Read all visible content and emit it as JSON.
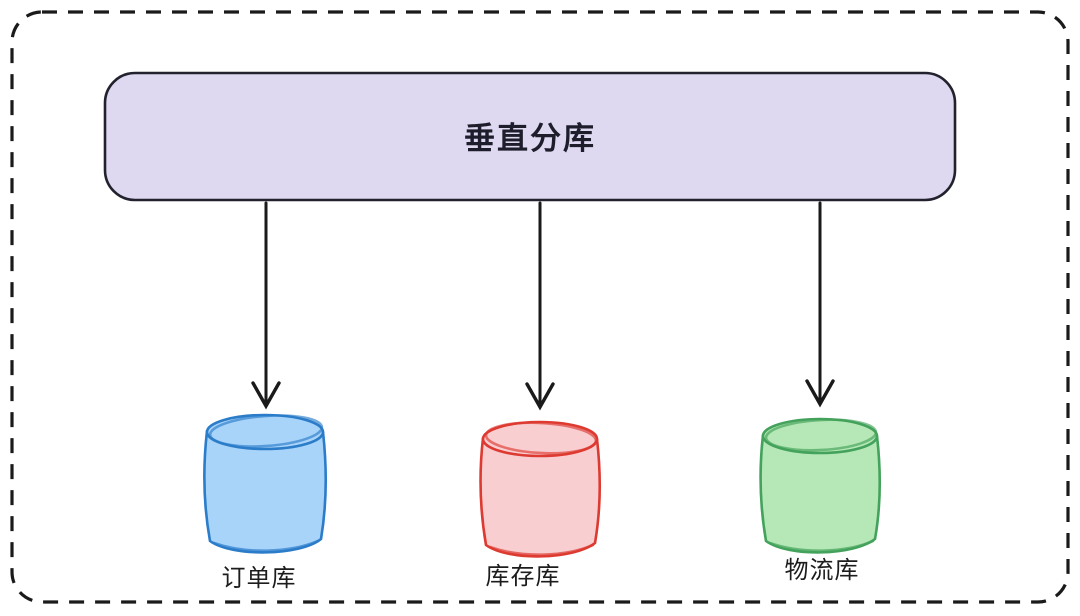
{
  "diagram": {
    "title": "垂直分库",
    "databases": [
      {
        "id": "order",
        "label": "订单库"
      },
      {
        "id": "inventory",
        "label": "库存库"
      },
      {
        "id": "logistics",
        "label": "物流库"
      }
    ]
  },
  "colors": {
    "outer_border": "#1a1a1a",
    "title_box_fill": "#ded8f1",
    "title_box_border": "#22222e",
    "arrow": "#1a1a1a",
    "order_db_fill": "#a8d4fa",
    "order_db_stroke": "#2b7cc9",
    "inventory_db_fill": "#f9ced1",
    "inventory_db_stroke": "#dd3a31",
    "logistics_db_fill": "#b5e8b6",
    "logistics_db_stroke": "#43a25b"
  }
}
